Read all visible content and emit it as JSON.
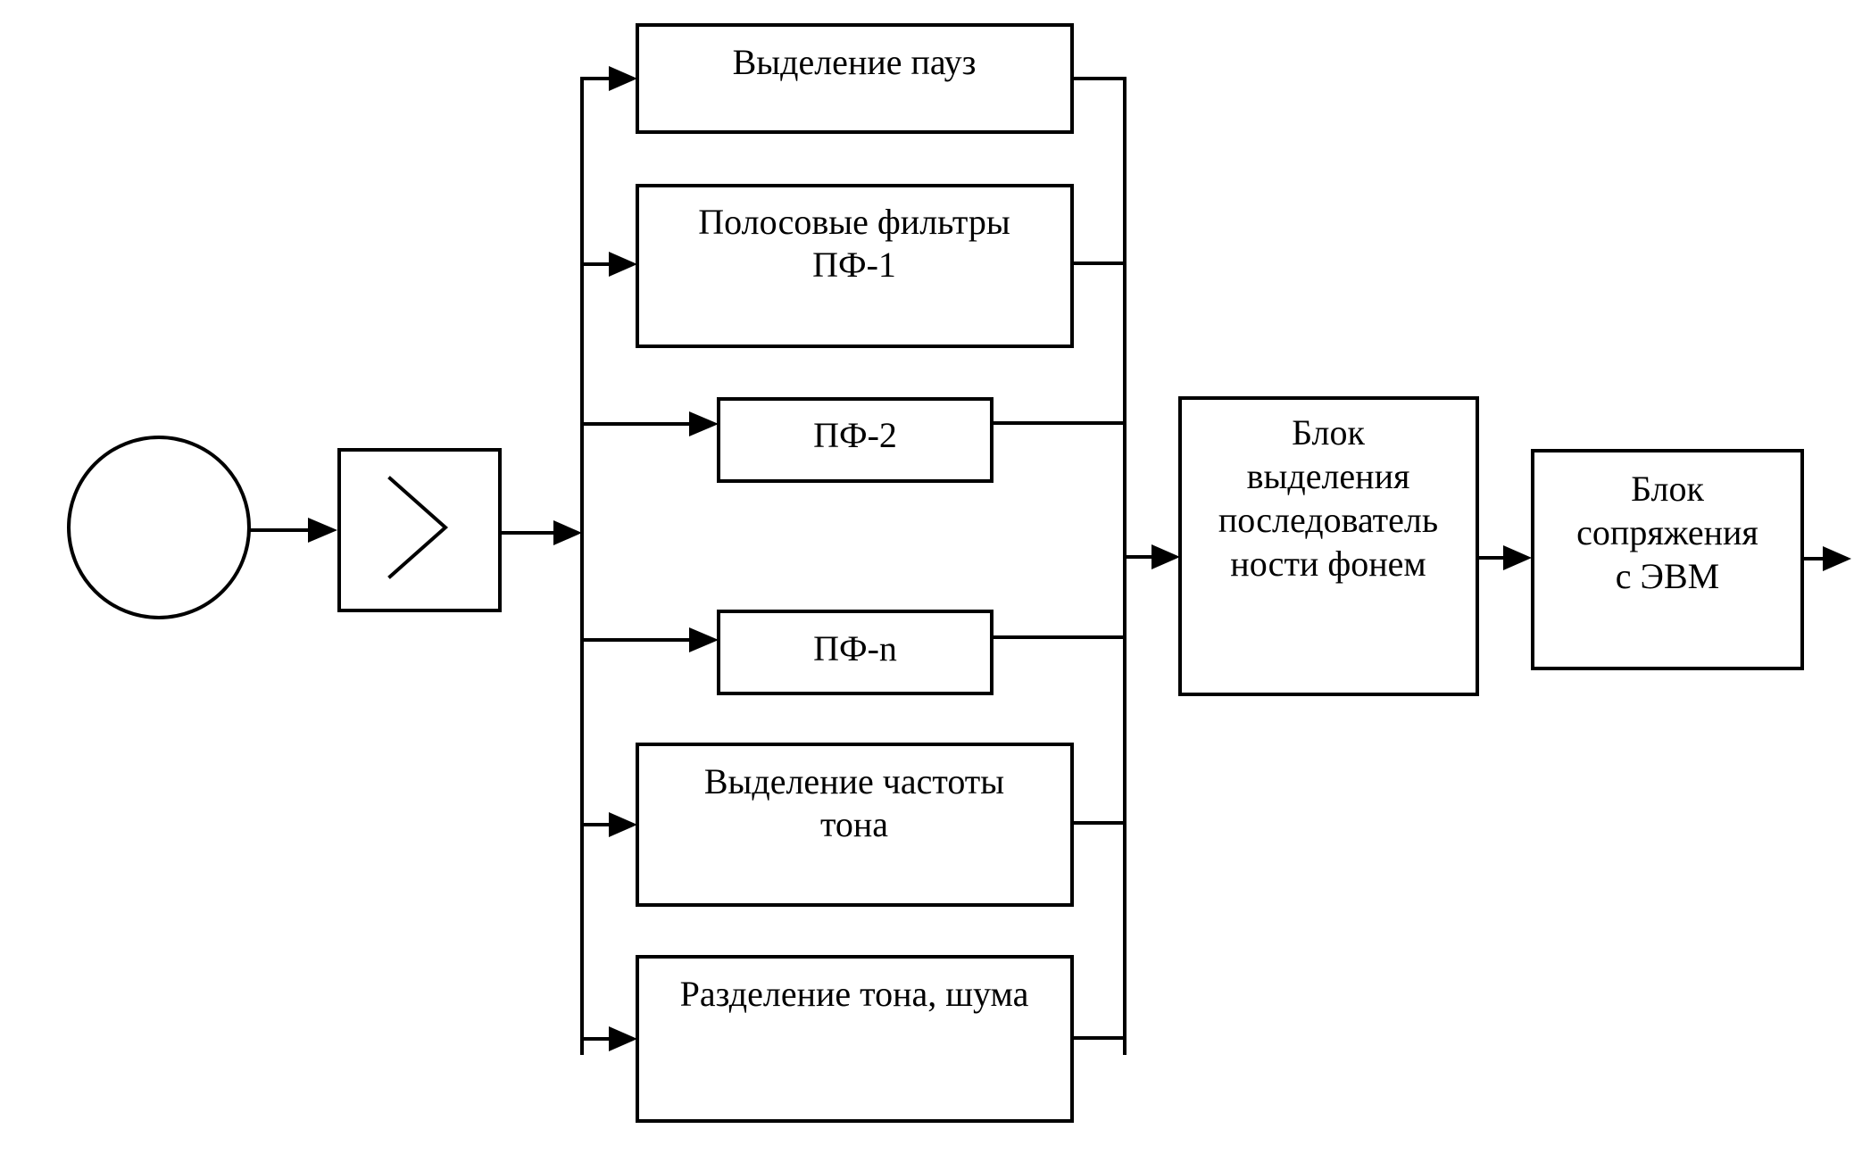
{
  "diagram": {
    "pauses_block": {
      "line1": "Выделение пауз"
    },
    "bandpass_filters_block": {
      "line1": "Полосовые фильтры",
      "line2": "ПФ-1"
    },
    "pf2_block": {
      "line1": "ПФ-2"
    },
    "pfn_block": {
      "line1": "ПФ-n"
    },
    "pitch_block": {
      "line1": "Выделение частоты",
      "line2": "тона"
    },
    "tone_noise_block": {
      "line1": "Разделение тона, шума"
    },
    "phoneme_block": {
      "line1": "Блок",
      "line2": "выделения",
      "line3": "последователь",
      "line4": "ности фонем"
    },
    "interface_block": {
      "line1": "Блок",
      "line2": "сопряжения",
      "line3": "с ЭВМ"
    }
  }
}
